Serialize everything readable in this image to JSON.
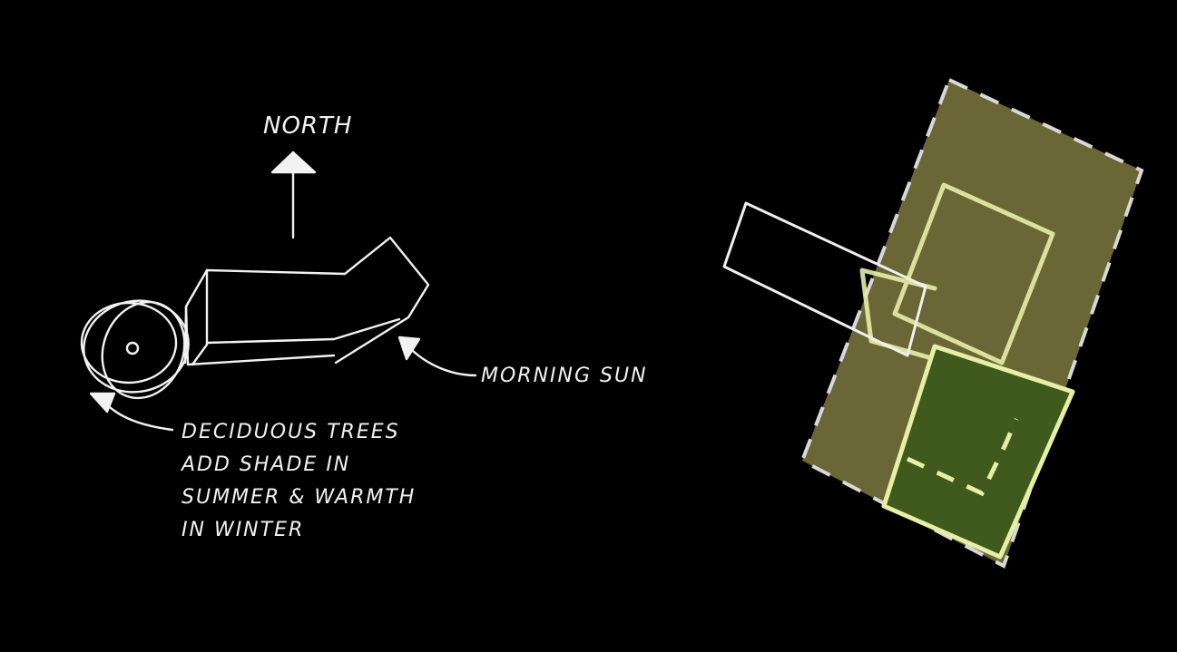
{
  "north_label": "North",
  "morning_sun_label": "Morning sun",
  "tree_note_lines": [
    "Deciduous trees",
    "add shade in",
    "summer & warmth",
    "in winter"
  ],
  "colors": {
    "background": "#000000",
    "sketch_line": "#f2f2f2",
    "site_fill": "#6b6636",
    "building_fill": "#3f5a1c",
    "building_outline": "#e6efa6"
  }
}
